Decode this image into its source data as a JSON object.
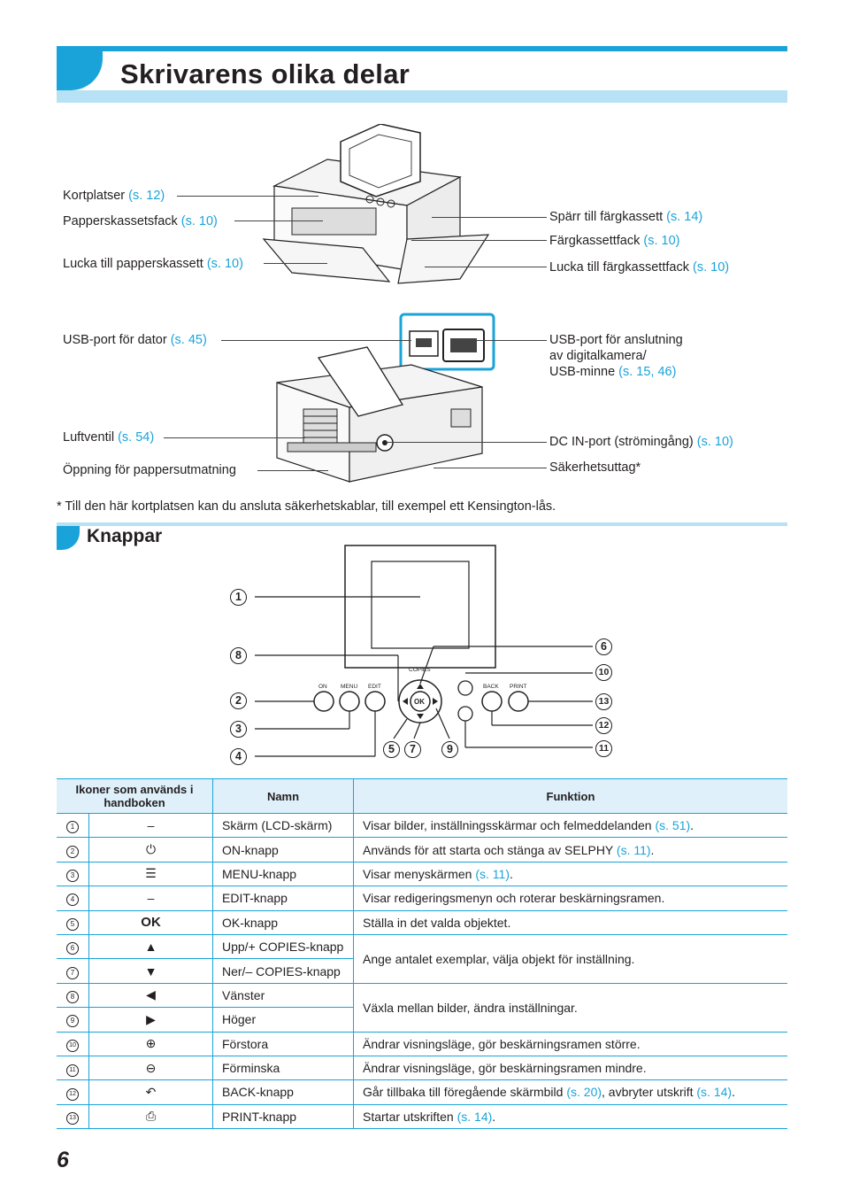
{
  "page": {
    "title": "Skrivarens olika delar",
    "number": "6"
  },
  "labels_top": {
    "kortplatser": {
      "text": "Kortplatser ",
      "ref": "(s. 12)"
    },
    "papperskassetts": {
      "text": "Papperskassetsfack ",
      "ref": "(s. 10)"
    },
    "lucka_papper": {
      "text": "Lucka till papperskassett ",
      "ref": "(s. 10)"
    },
    "sparr": {
      "text": "Spärr till färgkassett ",
      "ref": "(s. 14)"
    },
    "fargkassettfack": {
      "text": "Färgkassettfack ",
      "ref": "(s. 10)"
    },
    "lucka_farg": {
      "text": "Lucka till färgkassettfack ",
      "ref": "(s. 10)"
    }
  },
  "labels_bottom": {
    "usb_dator": {
      "text": "USB-port för dator ",
      "ref": "(s. 45)"
    },
    "usb_kamera_1": "USB-port för anslutning",
    "usb_kamera_2": "av digitalkamera/",
    "usb_kamera_3": "USB-minne ",
    "usb_kamera_ref": "(s. 15, 46)",
    "luftventil": {
      "text": "Luftventil ",
      "ref": "(s. 54)"
    },
    "dc_in": {
      "text": "DC IN-port (strömingång) ",
      "ref": "(s. 10)"
    },
    "oppning": "Öppning för pappersutmatning",
    "sakerhet": "Säkerhetsuttag*"
  },
  "footnote": "* Till den här kortplatsen kan du ansluta säkerhetskablar, till exempel ett Kensington-lås.",
  "section2": {
    "title": "Knappar"
  },
  "panel_labels": {
    "on": "ON",
    "menu": "MENU",
    "edit": "EDIT",
    "copies": "COPIES",
    "ok": "OK",
    "back": "BACK",
    "print": "PRINT"
  },
  "callouts": [
    "1",
    "2",
    "3",
    "4",
    "5",
    "6",
    "7",
    "8",
    "9",
    "10",
    "11",
    "12",
    "13"
  ],
  "table": {
    "headers": [
      "Ikoner som används i handboken",
      "Namn",
      "Funktion"
    ],
    "rows": [
      {
        "num": "1",
        "icon": "–",
        "name": "Skärm (LCD-skärm)",
        "func": "Visar bilder, inställningsskärmar och felmeddelanden ",
        "ref": "(s. 51)",
        "end": "."
      },
      {
        "num": "2",
        "icon": "⏻",
        "name": "ON-knapp",
        "func": "Används för att starta och stänga av SELPHY ",
        "ref": "(s. 11)",
        "end": "."
      },
      {
        "num": "3",
        "icon": "☰",
        "name": "MENU-knapp",
        "func": "Visar menyskärmen ",
        "ref": "(s. 11)",
        "end": "."
      },
      {
        "num": "4",
        "icon": "–",
        "name": "EDIT-knapp",
        "func": "Visar redigeringsmenyn och roterar beskärningsramen.",
        "ref": "",
        "end": ""
      },
      {
        "num": "5",
        "icon": "OK",
        "name": "OK-knapp",
        "func": "Ställa in det valda objektet.",
        "ref": "",
        "end": ""
      },
      {
        "num": "6",
        "icon": "▲",
        "name": "Upp/+ COPIES-knapp",
        "func": "Ange antalet exemplar, välja objekt för inställning.",
        "ref": "",
        "end": ""
      },
      {
        "num": "7",
        "icon": "▼",
        "name": "Ner/– COPIES-knapp",
        "func": "",
        "ref": "",
        "end": ""
      },
      {
        "num": "8",
        "icon": "◀",
        "name": "Vänster",
        "func": "Växla mellan bilder, ändra inställningar.",
        "ref": "",
        "end": ""
      },
      {
        "num": "9",
        "icon": "▶",
        "name": "Höger",
        "func": "",
        "ref": "",
        "end": ""
      },
      {
        "num": "10",
        "icon": "⊕",
        "name": "Förstora",
        "func": "Ändrar visningsläge, gör beskärningsramen större.",
        "ref": "",
        "end": ""
      },
      {
        "num": "11",
        "icon": "⊖",
        "name": "Förminska",
        "func": "Ändrar visningsläge, gör beskärningsramen mindre.",
        "ref": "",
        "end": ""
      },
      {
        "num": "12",
        "icon": "↶",
        "name": "BACK-knapp",
        "func": "Går tillbaka till föregående skärmbild ",
        "ref": "(s. 20)",
        "mid": ", avbryter utskrift ",
        "ref2": "(s. 14)",
        "end": "."
      },
      {
        "num": "13",
        "icon": "⎙",
        "name": "PRINT-knapp",
        "func": "Startar utskriften ",
        "ref": "(s. 14)",
        "end": "."
      }
    ]
  }
}
